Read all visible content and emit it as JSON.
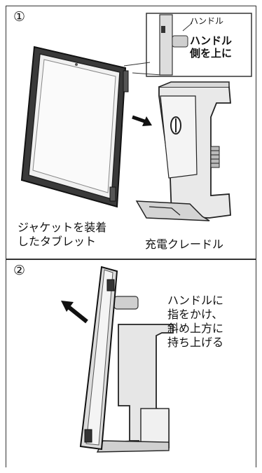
{
  "step1": {
    "number": "①",
    "inset": {
      "label_handle": "ハンドル",
      "label_side_up": "ハンドル\n側を上に"
    },
    "caption_tablet": "ジャケットを装着\nしたタブレット",
    "caption_cradle": "充電クレードル"
  },
  "step2": {
    "number": "②",
    "instruction": "ハンドルに\n指をかけ、\n斜め上方に\n持ち上げる"
  }
}
